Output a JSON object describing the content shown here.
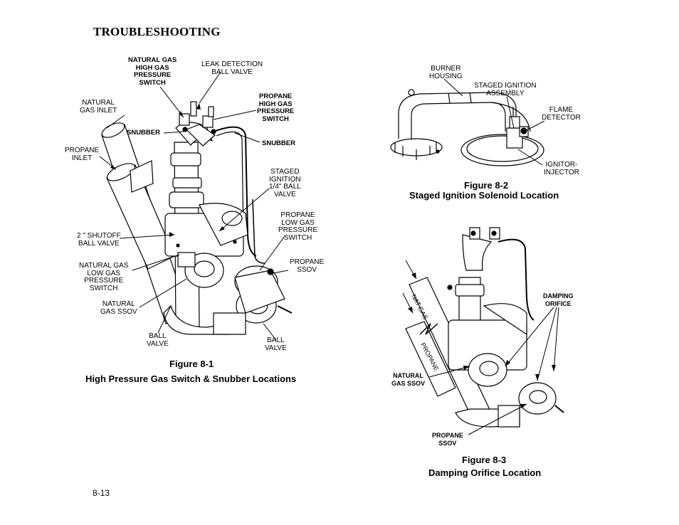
{
  "page": {
    "section_title": "TROUBLESHOOTING",
    "page_number": "8-13"
  },
  "figure1": {
    "number": "Figure 8-1",
    "caption": "High Pressure Gas Switch & Snubber Locations",
    "labels": {
      "ng_high_switch": "NATURAL GAS\nHIGH GAS\nPRESSURE\nSWITCH",
      "leak_valve": "LEAK DETECTION\nBALL VALVE",
      "ng_inlet": "NATURAL\nGAS INLET",
      "propane_high_switch": "PROPANE\nHIGH GAS\nPRESSURE\nSWITCH",
      "snubber_left": "SNUBBER",
      "snubber_right": "SNUBBER",
      "propane_inlet": "PROPANE\nINLET",
      "staged_valve": "STAGED\nIGNITION\n1/4\" BALL\nVALVE",
      "propane_low_switch": "PROPANE\nLOW GAS\nPRESSURE\nSWITCH",
      "shutoff_valve": "2 \" SHUTOFF\nBALL VALVE",
      "ng_low_switch": "NATURAL GAS\nLOW GAS\nPRESSURE\nSWITCH",
      "propane_ssov": "PROPANE\nSSOV",
      "ng_ssov": "NATURAL\nGAS SSOV",
      "ball_valve_left": "BALL\nVALVE",
      "ball_valve_right": "BALL\nVALVE"
    }
  },
  "figure2": {
    "number": "Figure 8-2",
    "caption": "Staged Ignition Solenoid Location",
    "labels": {
      "burner_housing": "BURNER\nHOUSING",
      "staged_assembly": "STAGED IGNITION\nASSEMBLY",
      "flame_detector": "FLAME\nDETECTOR",
      "ignitor_injector": "IGNITOR-\nINJECTOR"
    }
  },
  "figure3": {
    "number": "Figure 8-3",
    "caption": "Damping Orifice Location",
    "labels": {
      "damping_orifice": "DAMPING\nORIFICE",
      "nat_gas": "NAT GAS",
      "propane": "PROPANE",
      "ng_ssov": "NATURAL\nGAS SSOV",
      "propane_ssov": "PROPANE\nSSOV"
    }
  }
}
